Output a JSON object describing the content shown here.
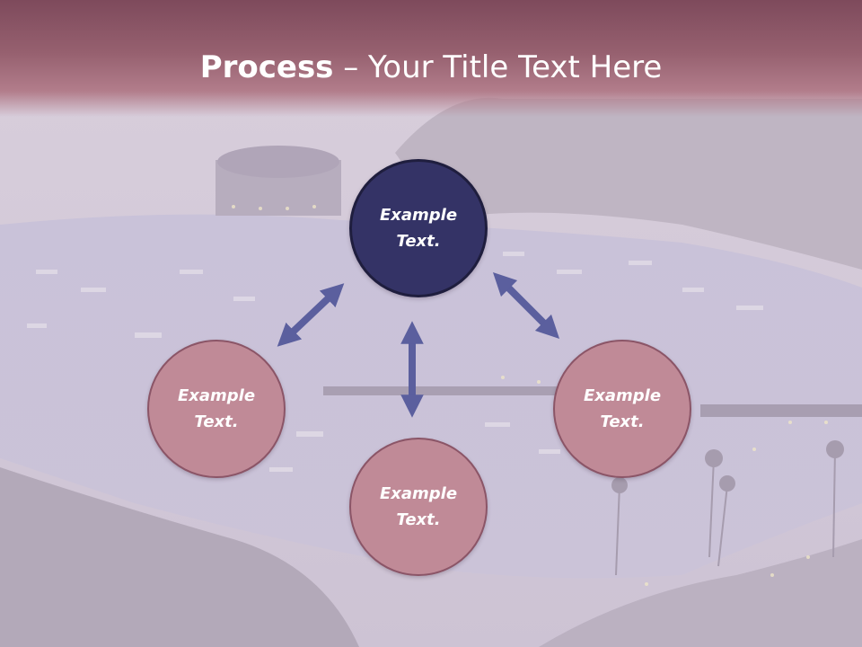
{
  "slide": {
    "title_bold": "Process",
    "title_rest": " – Your Title Text Here"
  },
  "colors": {
    "title_band": "#96606f",
    "center_circle": "#343366",
    "outer_circle": "#c08a97",
    "arrow": "#5b5f9e"
  },
  "circles": {
    "center": "Example Text.",
    "left": "Example Text.",
    "right": "Example Text.",
    "bottom": "Example Text."
  }
}
